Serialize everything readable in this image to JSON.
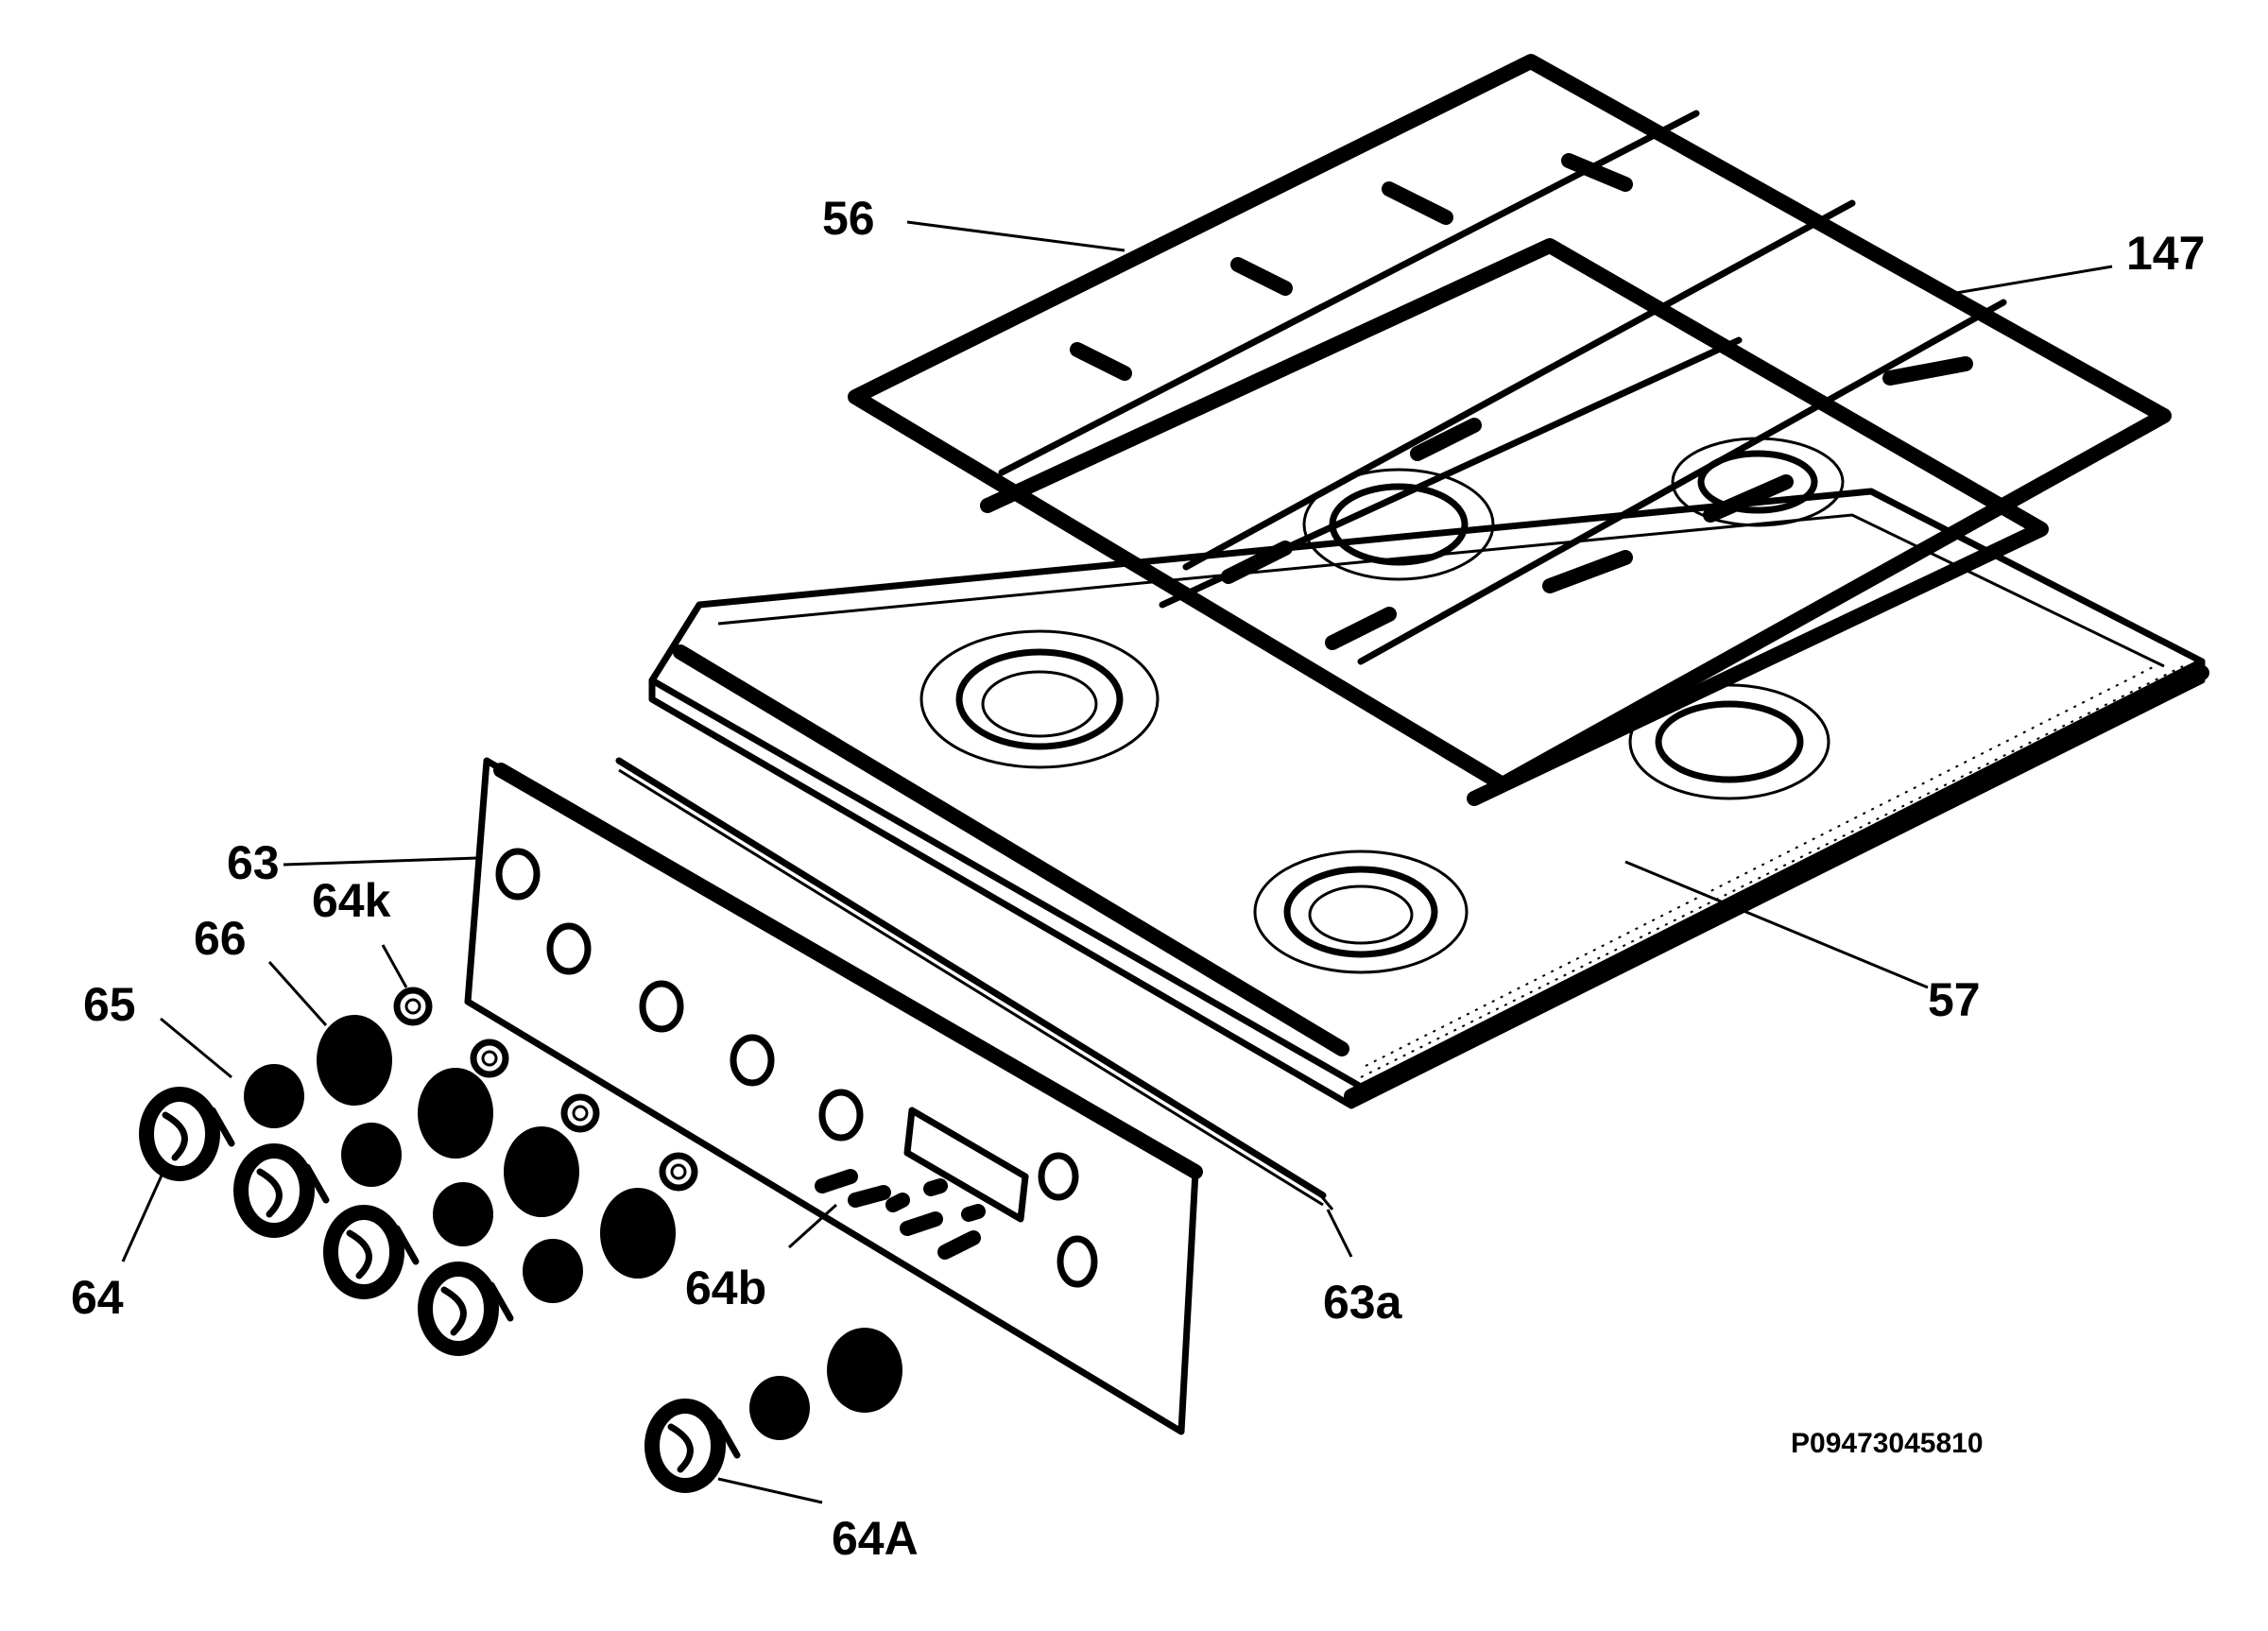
{
  "labels": {
    "grid_front": "56",
    "grid_rear": "147",
    "hob_top": "57",
    "control_panel": "63",
    "panel_strip": "63a",
    "knob_ring": "64k",
    "knob_body": "66",
    "knob_insert": "65",
    "knob_cap": "64",
    "indicator_symbols": "64b",
    "knob_cap_alt": "64A"
  },
  "reference_code": "P09473045810"
}
